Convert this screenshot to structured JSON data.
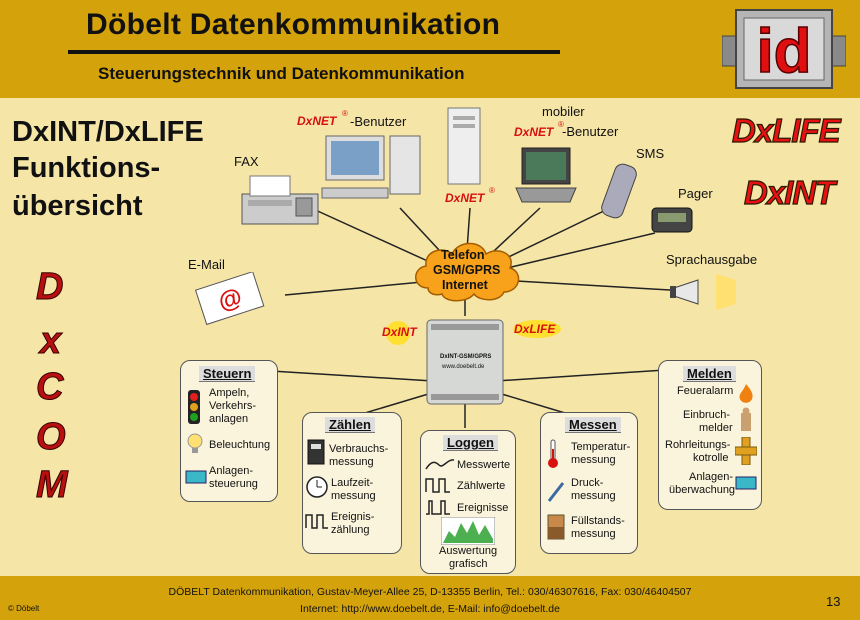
{
  "header": {
    "title": "Döbelt Datenkommunikation",
    "subtitle": "Steuerungstechnik und Datenkommunikation",
    "logo_text": "id"
  },
  "heading": [
    "DxINT/DxLIFE",
    "Funktions-",
    "übersicht"
  ],
  "vertical_brand": [
    "D",
    "x",
    "C",
    "O",
    "M"
  ],
  "brands": {
    "dxlife": "DxLIFE",
    "dxint": "DxINT",
    "dxnet": "DxNET",
    "reg": "®"
  },
  "hub": [
    "Telefon",
    "GSM/GPRS",
    "Internet"
  ],
  "device": {
    "line1": "DxINT-GSM/GPRS",
    "line2": "www.doebelt.de"
  },
  "nodes": {
    "fax": "FAX",
    "dxnet_user": "-Benutzer",
    "mobile_top": "mobiler",
    "mobile_user": "-Benutzer",
    "sms": "SMS",
    "pager": "Pager",
    "email": "E-Mail",
    "speech": "Sprachausgabe"
  },
  "panels": {
    "steuern": {
      "title": "Steuern",
      "items": [
        [
          "Ampeln,",
          "Verkehrs-",
          "anlagen"
        ],
        [
          "Beleuchtung"
        ],
        [
          "Anlagen-",
          "steuerung"
        ]
      ]
    },
    "zaehlen": {
      "title": "Zählen",
      "items": [
        [
          "Verbrauchs-",
          "messung"
        ],
        [
          "Laufzeit-",
          "messung"
        ],
        [
          "Ereignis-",
          "zählung"
        ]
      ]
    },
    "loggen": {
      "title": "Loggen",
      "items": [
        [
          "Messwerte"
        ],
        [
          "Zählwerte"
        ],
        [
          "Ereignisse"
        ],
        [
          "Auswertung",
          "grafisch"
        ]
      ]
    },
    "messen": {
      "title": "Messen",
      "items": [
        [
          "Temperatur-",
          "messung"
        ],
        [
          "Druck-",
          "messung"
        ],
        [
          "Füllstands-",
          "messung"
        ]
      ]
    },
    "melden": {
      "title": "Melden",
      "items": [
        [
          "Feueralarm"
        ],
        [
          "Einbruch-",
          "melder"
        ],
        [
          "Rohrleitungs-",
          "kotrolle"
        ],
        [
          "Anlagen-",
          "überwachung"
        ]
      ]
    }
  },
  "footer": {
    "line1": "DÖBELT Datenkommunikation, Gustav-Meyer-Allee 25, D-13355 Berlin, Tel.: 030/46307616, Fax: 030/46404507",
    "line2": "Internet: http://www.doebelt.de, E-Mail: info@doebelt.de",
    "copyright": "© Döbelt",
    "page": "13"
  }
}
